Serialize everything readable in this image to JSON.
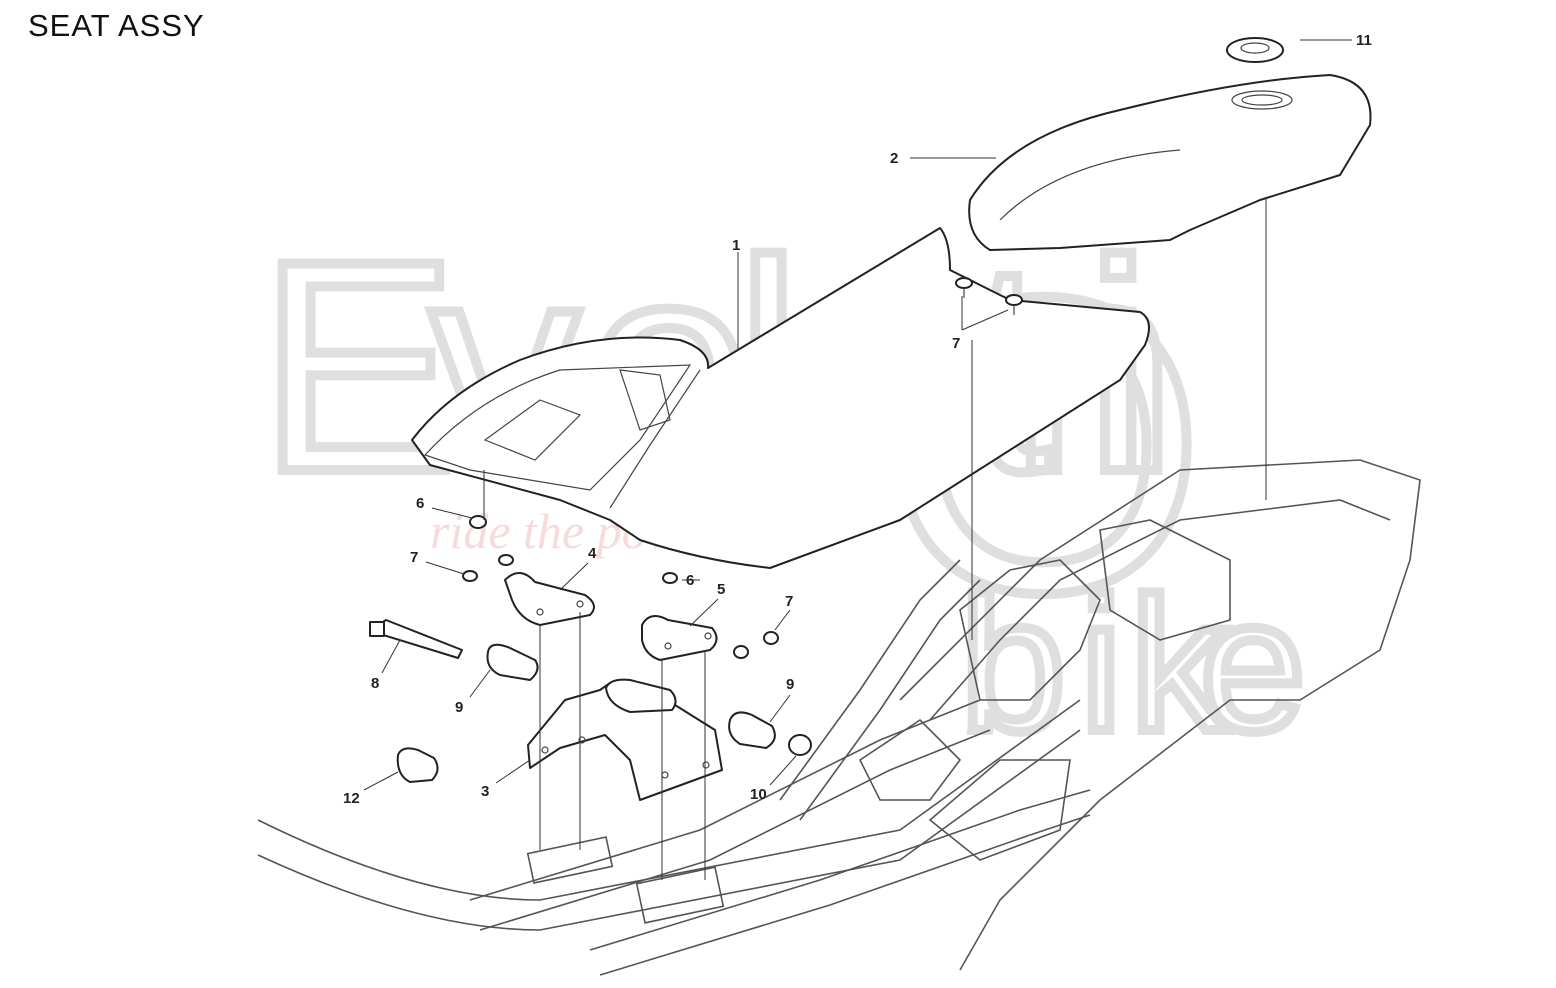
{
  "title": "SEAT ASSY",
  "watermark": {
    "letters": [
      "E",
      "v",
      "o",
      "l",
      "u",
      "t",
      "i",
      "O",
      "n"
    ],
    "tagline": "ride the power",
    "sub_letters": [
      "b",
      "i",
      "k",
      "e"
    ],
    "color": "#dcdcdc",
    "tag_color": "#f3c4c4"
  },
  "callouts": [
    {
      "label": "1"
    },
    {
      "label": "2"
    },
    {
      "label": "3"
    },
    {
      "label": "4"
    },
    {
      "label": "5"
    },
    {
      "label": "6"
    },
    {
      "label": "6"
    },
    {
      "label": "7"
    },
    {
      "label": "7"
    },
    {
      "label": "7"
    },
    {
      "label": "8"
    },
    {
      "label": "9"
    },
    {
      "label": "9"
    },
    {
      "label": "10"
    },
    {
      "label": "11"
    },
    {
      "label": "12"
    }
  ]
}
